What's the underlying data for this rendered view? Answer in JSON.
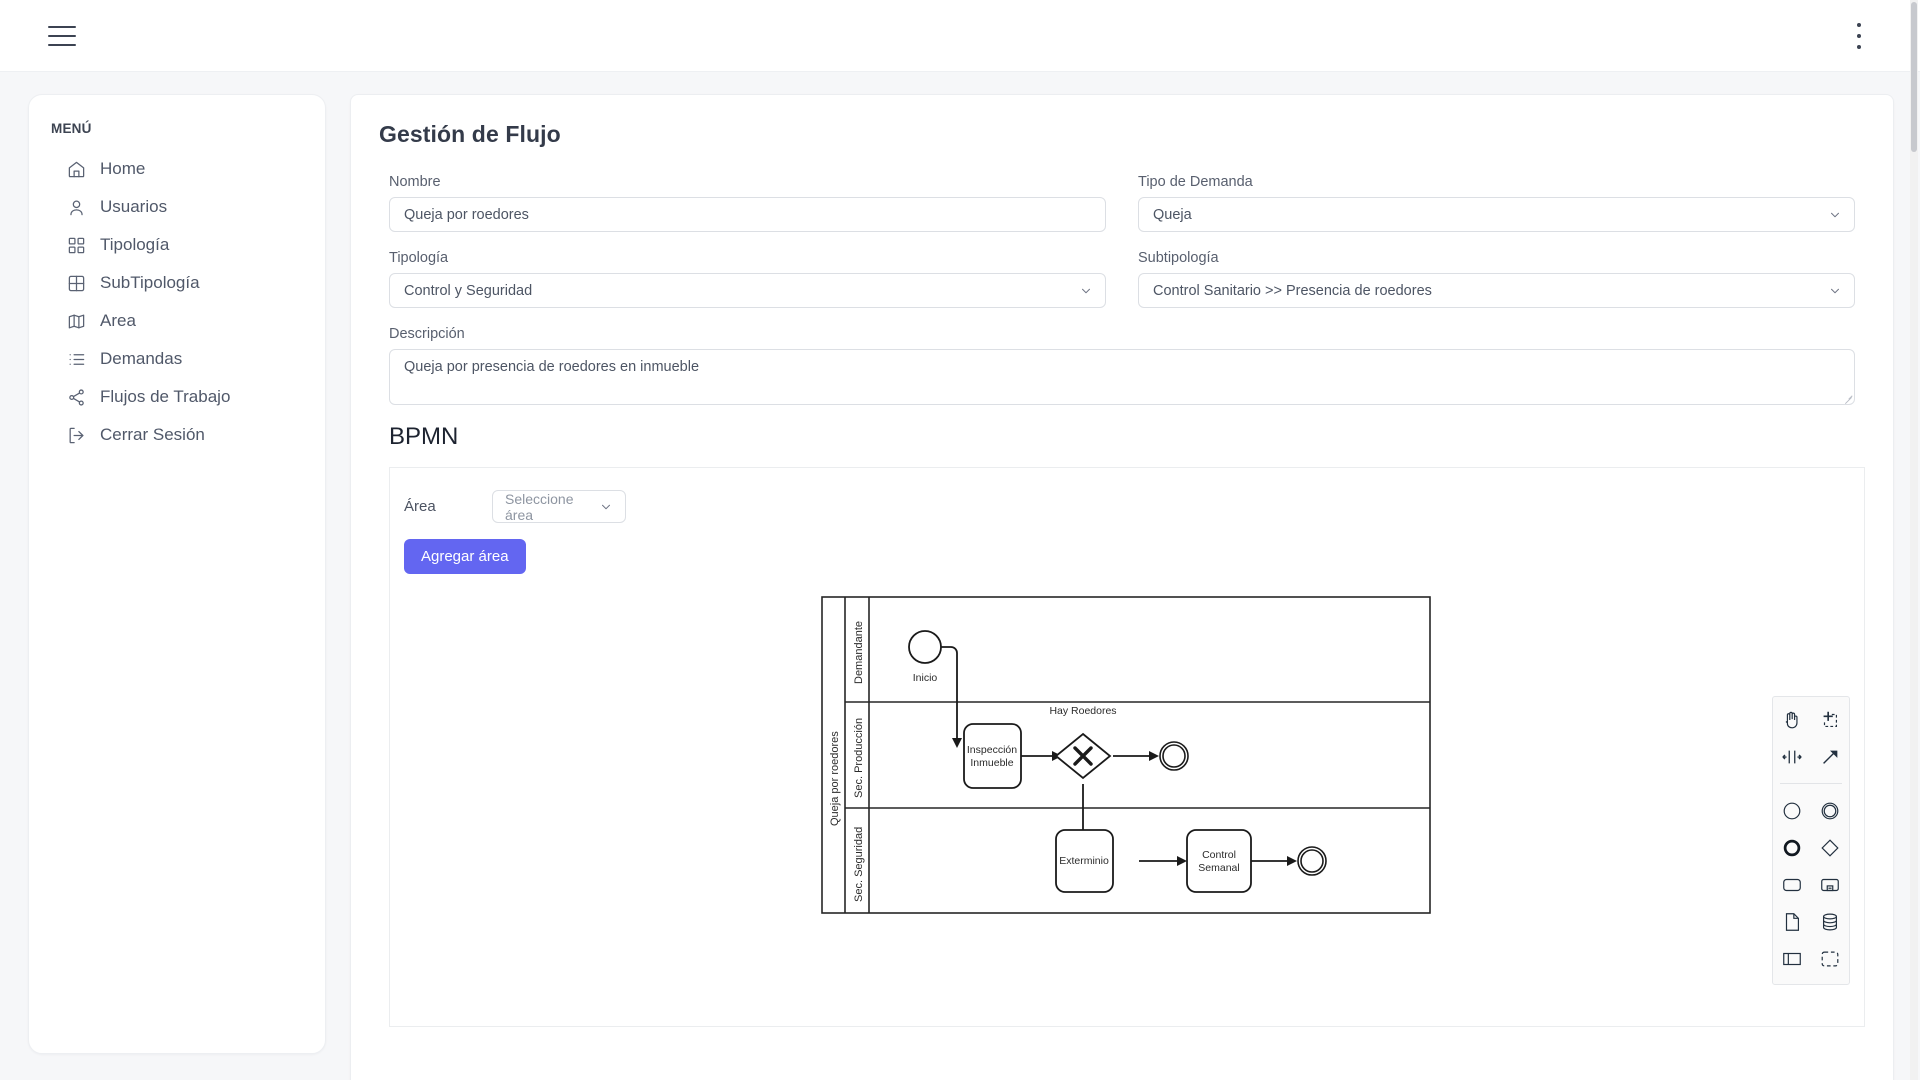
{
  "topbar": {
    "menu_icon": "hamburger-icon",
    "more_icon": "kebab-menu-icon"
  },
  "sidebar": {
    "title": "MENÚ",
    "items": [
      {
        "label": "Home",
        "icon": "home-icon"
      },
      {
        "label": "Usuarios",
        "icon": "user-icon"
      },
      {
        "label": "Tipología",
        "icon": "grid-squares-icon"
      },
      {
        "label": "SubTipología",
        "icon": "table-icon"
      },
      {
        "label": "Area",
        "icon": "map-icon"
      },
      {
        "label": "Demandas",
        "icon": "list-icon"
      },
      {
        "label": "Flujos de Trabajo",
        "icon": "share-network-icon"
      },
      {
        "label": "Cerrar Sesión",
        "icon": "logout-icon"
      }
    ]
  },
  "main": {
    "page_title": "Gestión de Flujo",
    "fields": {
      "nombre": {
        "label": "Nombre",
        "value": "Queja por roedores"
      },
      "tipo_demanda": {
        "label": "Tipo de Demanda",
        "value": "Queja"
      },
      "tipologia": {
        "label": "Tipología",
        "value": "Control y Seguridad"
      },
      "subtipologia": {
        "label": "Subtipología",
        "value": "Control Sanitario >> Presencia de roedores"
      },
      "descripcion": {
        "label": "Descripción",
        "value": "Queja por presencia de roedores en inmueble"
      }
    },
    "bpmn": {
      "section_title": "BPMN",
      "area_label": "Área",
      "area_placeholder": "Seleccione área",
      "add_area_button": "Agregar área",
      "accent_color": "#6366f1"
    }
  },
  "palette": {
    "tools": [
      {
        "name": "hand-tool-icon"
      },
      {
        "name": "lasso-tool-icon"
      },
      {
        "name": "space-tool-icon"
      },
      {
        "name": "connect-tool-icon"
      },
      {
        "name": "start-event-icon"
      },
      {
        "name": "intermediate-event-icon"
      },
      {
        "name": "end-event-icon"
      },
      {
        "name": "gateway-icon"
      },
      {
        "name": "task-icon"
      },
      {
        "name": "subprocess-icon"
      },
      {
        "name": "data-object-icon"
      },
      {
        "name": "data-store-icon"
      },
      {
        "name": "participant-icon"
      },
      {
        "name": "group-icon"
      }
    ]
  },
  "chart_data": {
    "type": "diagram",
    "notation": "BPMN",
    "pool": {
      "label": "Queja por roedores"
    },
    "lanes": [
      {
        "label": "Demandante"
      },
      {
        "label": "Sec. Producción"
      },
      {
        "label": "Sec. Seguridad"
      }
    ],
    "nodes": [
      {
        "id": "inicio",
        "type": "start-event",
        "label": "Inicio",
        "lane": "Demandante"
      },
      {
        "id": "inspeccion",
        "type": "task",
        "label": "Inspección Inmueble",
        "lane": "Sec. Producción"
      },
      {
        "id": "gateway",
        "type": "exclusive-gateway",
        "label": "Hay Roedores",
        "lane": "Sec. Producción"
      },
      {
        "id": "fin1",
        "type": "end-event",
        "label": "",
        "lane": "Sec. Producción"
      },
      {
        "id": "exterminio",
        "type": "task",
        "label": "Exterminio",
        "lane": "Sec. Seguridad"
      },
      {
        "id": "control",
        "type": "task",
        "label": "Control Semanal",
        "lane": "Sec. Seguridad"
      },
      {
        "id": "fin2",
        "type": "end-event",
        "label": "",
        "lane": "Sec. Seguridad"
      }
    ],
    "edges": [
      {
        "from": "inicio",
        "to": "inspeccion"
      },
      {
        "from": "inspeccion",
        "to": "gateway"
      },
      {
        "from": "gateway",
        "to": "fin1"
      },
      {
        "from": "gateway",
        "to": "exterminio"
      },
      {
        "from": "exterminio",
        "to": "control"
      },
      {
        "from": "control",
        "to": "fin2"
      }
    ],
    "labels": {
      "inicio": "Inicio",
      "inspeccion_l1": "Inspección",
      "inspeccion_l2": "Inmueble",
      "gateway": "Hay Roedores",
      "exterminio": "Exterminio",
      "control_l1": "Control",
      "control_l2": "Semanal"
    }
  }
}
